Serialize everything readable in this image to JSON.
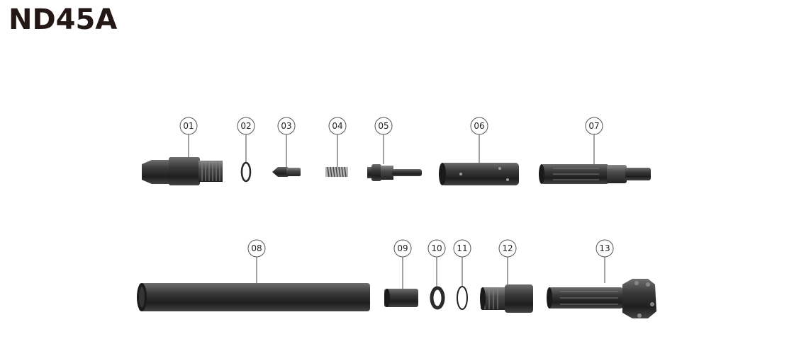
{
  "title": "ND45A",
  "colors": {
    "part_dark": "#2b2b2b",
    "part_mid": "#4a4a4a",
    "part_light": "#7a7a7a",
    "callout_stroke": "#555555"
  },
  "callouts": [
    "01",
    "02",
    "03",
    "04",
    "05",
    "06",
    "07",
    "08",
    "09",
    "10",
    "11",
    "12",
    "13"
  ]
}
